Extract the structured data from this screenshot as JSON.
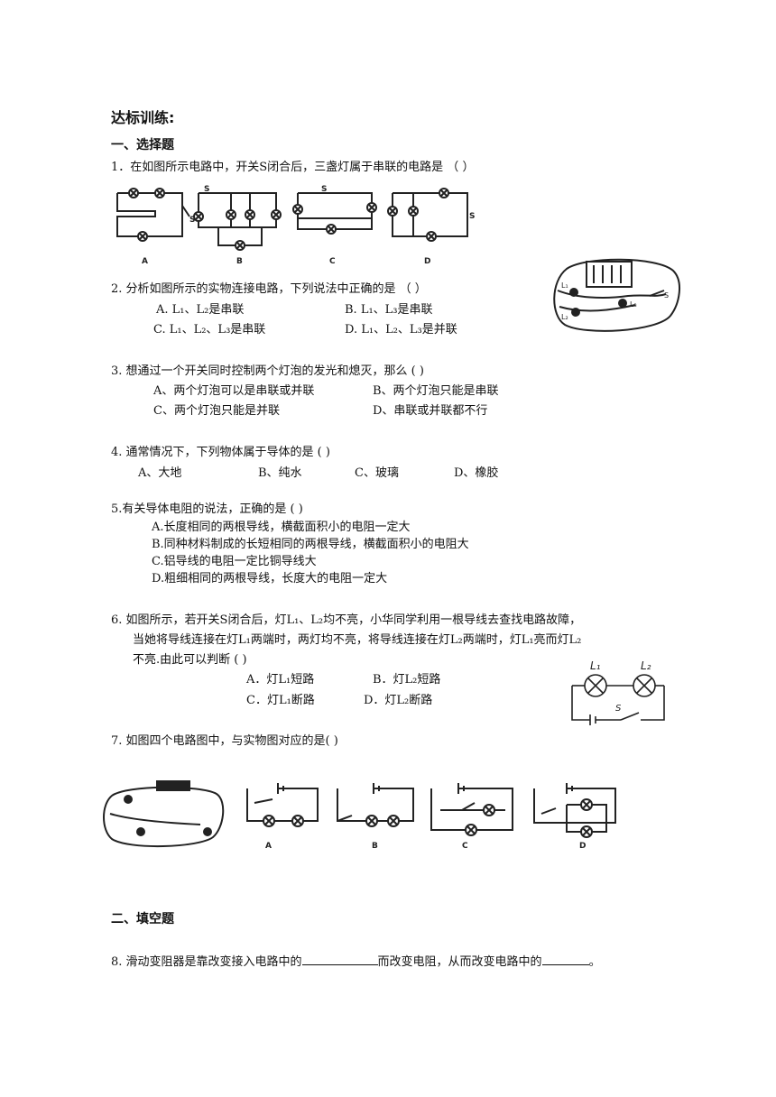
{
  "page_title": "达标训练:",
  "section1_title": "一、选择题",
  "section2_title": "二、填空题",
  "q1": {
    "text": "1．在如图所示电路中，开关S闭合后，三盏灯属于串联的电路是  （     ）",
    "fig_labels": [
      "A",
      "B",
      "C",
      "D"
    ],
    "switch_label": "S"
  },
  "q2": {
    "text": "2.  分析如图所示的实物连接电路，下列说法中正确的是                （     ）",
    "opt_a": "A.  L₁、L₂是串联",
    "opt_b": "B.   L₁、L₃是串联",
    "opt_c": "C. L₁、L₂、L₃是串联",
    "opt_d": "D.   L₁、L₂、L₃是并联",
    "fig_labels": [
      "L₁",
      "L₂",
      "L₃",
      "S"
    ]
  },
  "q3": {
    "text": "3.   想通过一个开关同时控制两个灯泡的发光和熄灭，那么    (       )",
    "opt_a": "A、两个灯泡可以是串联或并联",
    "opt_b": "B、两个灯泡只能是串联",
    "opt_c": "C、两个灯泡只能是并联",
    "opt_d": "D、串联或并联都不行"
  },
  "q4": {
    "text": "4.   通常情况下，下列物体属于导体的是                                          (       )",
    "opt_a": "A、大地",
    "opt_b": "B、纯水",
    "opt_c": "C、玻璃",
    "opt_d": "D、橡胶"
  },
  "q5": {
    "text": "5.有关导体电阻的说法，正确的是                                             (       )",
    "opt_a": "A.长度相同的两根导线，横截面积小的电阻一定大",
    "opt_b": "B.同种材料制成的长短相同的两根导线，横截面积小的电阻大",
    "opt_c": "C.铝导线的电阻一定比铜导线大",
    "opt_d": "D.粗细相同的两根导线，长度大的电阻一定大"
  },
  "q6": {
    "line1": "6.   如图所示，若开关S闭合后，灯L₁、L₂均不亮，小华同学利用一根导线去查找电路故障，",
    "line2": "当她将导线连接在灯L₁两端时，两灯均不亮，将导线连接在灯L₂两端时，灯L₁亮而灯L₂",
    "line3": "不亮.由此可以判断                                 (       )",
    "opt_a": "A．灯L₁短路",
    "opt_b": "B．灯L₂短路",
    "opt_c": "C．灯L₁断路",
    "opt_d": "D．灯L₂断路",
    "fig_labels": [
      "L₁",
      "L₂",
      "S"
    ]
  },
  "q7": {
    "text": "7.  如图四个电路图中，与实物图对应的是(       )",
    "fig_labels": [
      "A",
      "B",
      "C",
      "D"
    ]
  },
  "q8": {
    "part1": "8. 滑动变阻器是靠改变接入电路中的",
    "part2": "而改变电阻，从而改变电路中的",
    "part3": "。"
  }
}
